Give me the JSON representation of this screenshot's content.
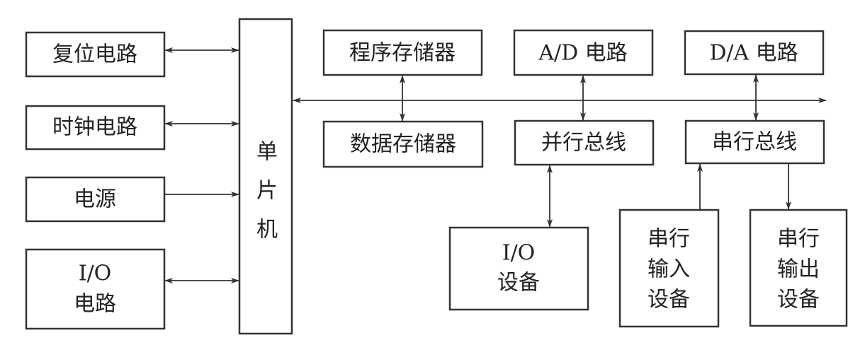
{
  "diagram": {
    "mcu": [
      "单",
      "片",
      "机"
    ],
    "left_blocks": {
      "reset": "复位电路",
      "clock": "时钟电路",
      "power": "电源",
      "io_circuit": [
        "I/O",
        "电路"
      ]
    },
    "program_memory": "程序存储器",
    "data_memory": "数据存储器",
    "ad_circuit": "A/D 电路",
    "da_circuit": "D/A 电路",
    "parallel_bus": "并行总线",
    "serial_bus": "串行总线",
    "io_device": [
      "I/O",
      "设备"
    ],
    "serial_input_device": [
      "串行",
      "输入",
      "设备"
    ],
    "serial_output_device": [
      "串行",
      "输出",
      "设备"
    ],
    "stroke_color": "#333333"
  }
}
